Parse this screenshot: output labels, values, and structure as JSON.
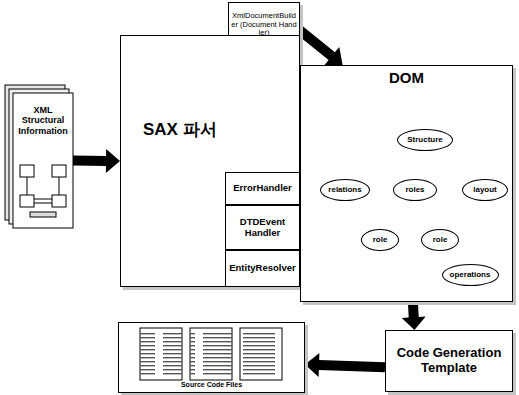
{
  "diagram": {
    "nodes": [
      {
        "text": [
          "XML Structural Information"
        ]
      },
      {
        "text": [
          "XmlDocumentBuilder (Document Handler)"
        ]
      },
      {
        "text": [
          "SAX 파서"
        ]
      },
      {
        "text": [
          "ErrorHandler"
        ],
        "in": 2
      },
      {
        "text": [
          "DTDEvent Handler"
        ],
        "in": 2
      },
      {
        "text": [
          "EntityResolver"
        ],
        "in": 2
      },
      {
        "text": [
          "DOM"
        ]
      },
      {
        "text": [
          "Structure"
        ],
        "in": 6
      },
      {
        "text": [
          "relations"
        ],
        "in": 6
      },
      {
        "text": [
          "roles"
        ],
        "in": 6
      },
      {
        "text": [
          "layout"
        ],
        "in": 6
      },
      {
        "text": [
          "role"
        ],
        "in": 6
      },
      {
        "text": [
          "role"
        ],
        "in": 6
      },
      {
        "text": [
          "operations"
        ],
        "in": 6
      },
      {
        "text": [
          "Code Generation Template"
        ]
      },
      {
        "text": [
          "Source Code Files"
        ]
      }
    ],
    "edges": [
      {
        "from": 0,
        "to": 2,
        "arrow": "to"
      },
      {
        "from": 1,
        "to": 6,
        "arrow": "to"
      },
      {
        "from": 7,
        "to": 8,
        "arrow": "none"
      },
      {
        "from": 7,
        "to": 9,
        "arrow": "none"
      },
      {
        "from": 7,
        "to": 10,
        "arrow": "none"
      },
      {
        "from": 9,
        "to": 11,
        "arrow": "none"
      },
      {
        "from": 9,
        "to": 12,
        "arrow": "none"
      },
      {
        "from": 12,
        "to": 13,
        "arrow": "none"
      },
      {
        "from": 6,
        "to": 14,
        "arrow": "to"
      },
      {
        "from": 14,
        "to": 15,
        "arrow": "to"
      }
    ]
  }
}
